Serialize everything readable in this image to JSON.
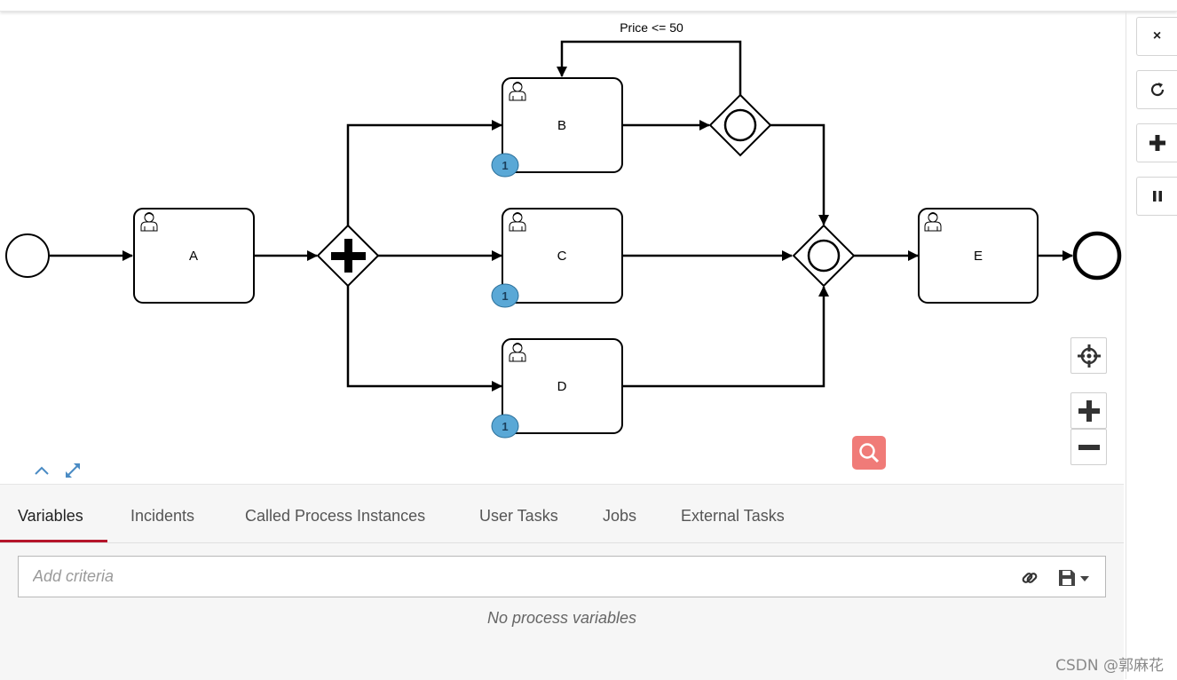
{
  "diagram": {
    "condition_label": "Price <= 50",
    "tasks": [
      {
        "id": "A",
        "label": "A",
        "badge": ""
      },
      {
        "id": "B",
        "label": "B",
        "badge": "1"
      },
      {
        "id": "C",
        "label": "C",
        "badge": "1"
      },
      {
        "id": "D",
        "label": "D",
        "badge": "1"
      },
      {
        "id": "E",
        "label": "E",
        "badge": ""
      }
    ],
    "gateways": [
      {
        "id": "parallel-split",
        "kind": "parallel"
      },
      {
        "id": "loop-gateway",
        "kind": "event"
      },
      {
        "id": "join-gateway",
        "kind": "event"
      }
    ],
    "events": [
      {
        "id": "start",
        "kind": "start"
      },
      {
        "id": "end",
        "kind": "end"
      }
    ],
    "badge_color": "#5aa8d6"
  },
  "side_toolbar": {
    "buttons": [
      {
        "name": "close-icon",
        "glyph": "×"
      },
      {
        "name": "refresh-icon",
        "glyph": "↻"
      },
      {
        "name": "plus-icon",
        "glyph": "✚"
      },
      {
        "name": "pause-icon",
        "glyph": "❚❚"
      }
    ]
  },
  "navigation": {
    "reset_icon": "crosshair-icon",
    "zoom_in_icon": "plus-icon",
    "zoom_out_icon": "minus-icon"
  },
  "tabs": [
    {
      "label": "Variables",
      "active": true
    },
    {
      "label": "Incidents",
      "active": false
    },
    {
      "label": "Called Process Instances",
      "active": false
    },
    {
      "label": "User Tasks",
      "active": false
    },
    {
      "label": "Jobs",
      "active": false
    },
    {
      "label": "External Tasks",
      "active": false
    }
  ],
  "search": {
    "placeholder": "Add criteria",
    "link_icon": "link-icon",
    "save_icon": "save-icon"
  },
  "empty_message": "No process variables",
  "watermark": "CSDN @郭麻花",
  "colors": {
    "accent": "#b5152b",
    "search_fab": "#f07b78"
  }
}
